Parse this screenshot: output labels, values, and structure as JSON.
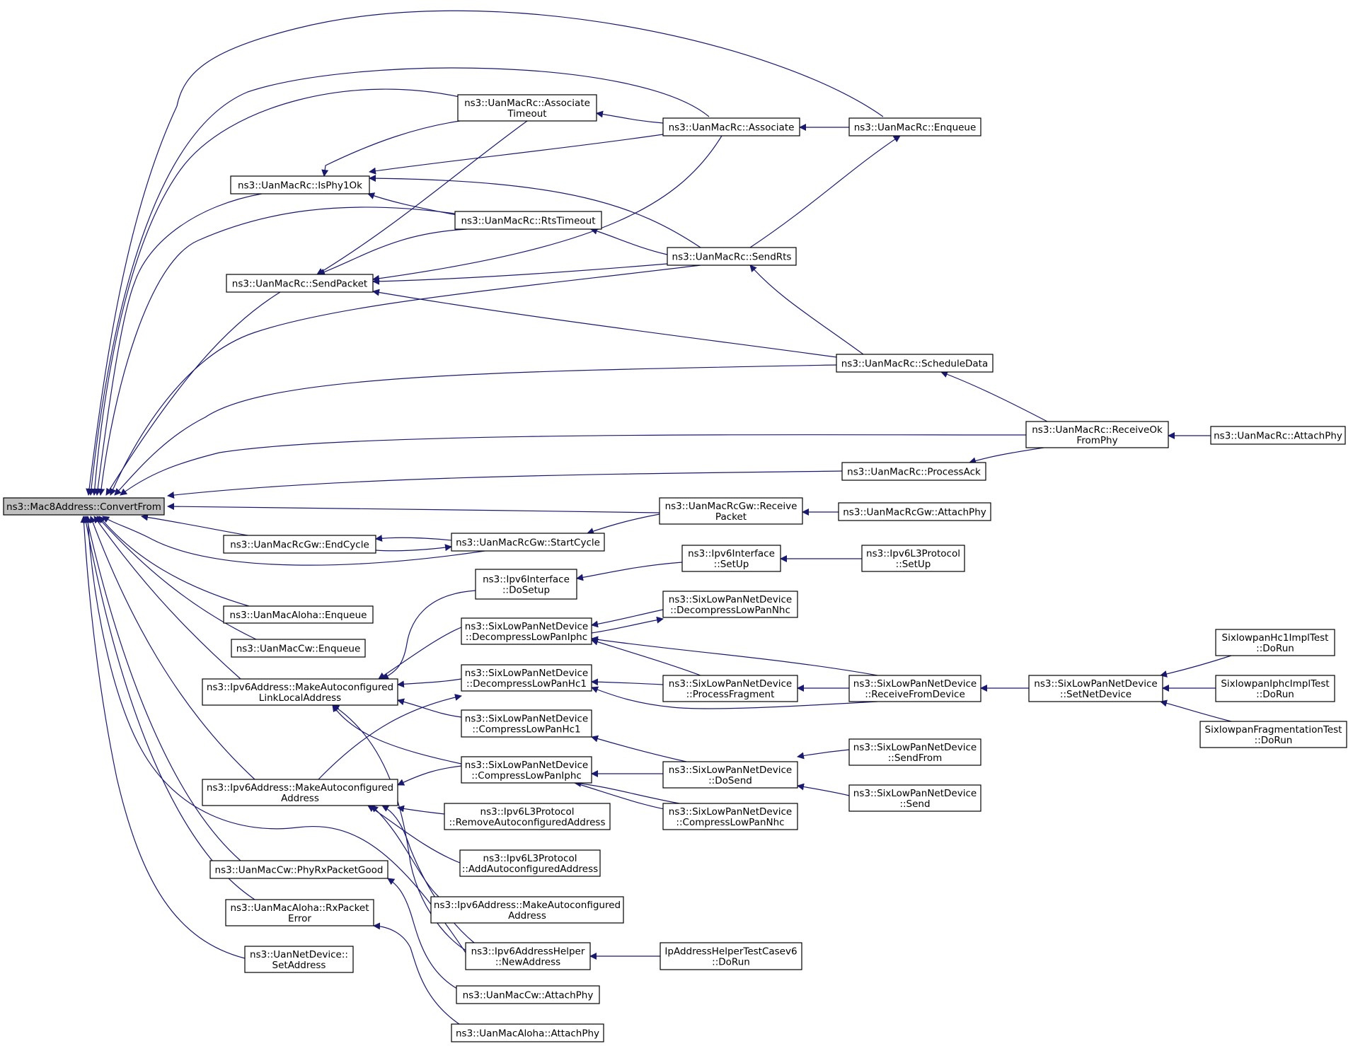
{
  "graph": {
    "root": "n0",
    "colors": {
      "edge": "#191970",
      "node_border": "#000000",
      "root_fill": "#bfbfbf",
      "node_fill": "#ffffff"
    },
    "nodes": [
      {
        "id": "n0",
        "lines": [
          "ns3::Mac8Address::ConvertFrom"
        ]
      },
      {
        "id": "n1",
        "lines": [
          "ns3::UanMacRc::Associate",
          "Timeout"
        ]
      },
      {
        "id": "n2",
        "lines": [
          "ns3::UanMacRc::Associate"
        ]
      },
      {
        "id": "n3",
        "lines": [
          "ns3::UanMacRc::Enqueue"
        ]
      },
      {
        "id": "n4",
        "lines": [
          "ns3::UanMacRc::IsPhy1Ok"
        ]
      },
      {
        "id": "n5",
        "lines": [
          "ns3::UanMacRc::RtsTimeout"
        ]
      },
      {
        "id": "n6",
        "lines": [
          "ns3::UanMacRc::SendRts"
        ]
      },
      {
        "id": "n7",
        "lines": [
          "ns3::UanMacRc::SendPacket"
        ]
      },
      {
        "id": "n8",
        "lines": [
          "ns3::UanMacRc::ScheduleData"
        ]
      },
      {
        "id": "n9",
        "lines": [
          "ns3::UanMacRc::ReceiveOk",
          "FromPhy"
        ]
      },
      {
        "id": "n10",
        "lines": [
          "ns3::UanMacRc::AttachPhy"
        ]
      },
      {
        "id": "n11",
        "lines": [
          "ns3::UanMacRc::ProcessAck"
        ]
      },
      {
        "id": "n12",
        "lines": [
          "ns3::UanMacRcGw::Receive",
          "Packet"
        ]
      },
      {
        "id": "n13",
        "lines": [
          "ns3::UanMacRcGw::AttachPhy"
        ]
      },
      {
        "id": "n14",
        "lines": [
          "ns3::UanMacRcGw::EndCycle"
        ]
      },
      {
        "id": "n15",
        "lines": [
          "ns3::UanMacRcGw::StartCycle"
        ]
      },
      {
        "id": "n16",
        "lines": [
          "ns3::Ipv6Interface",
          "::DoSetup"
        ]
      },
      {
        "id": "n17",
        "lines": [
          "ns3::Ipv6Interface",
          "::SetUp"
        ]
      },
      {
        "id": "n18",
        "lines": [
          "ns3::Ipv6L3Protocol",
          "::SetUp"
        ]
      },
      {
        "id": "n19",
        "lines": [
          "ns3::UanMacAloha::Enqueue"
        ]
      },
      {
        "id": "n20",
        "lines": [
          "ns3::SixLowPanNetDevice",
          "::DecompressLowPanNhc"
        ]
      },
      {
        "id": "n21",
        "lines": [
          "ns3::SixLowPanNetDevice",
          "::DecompressLowPanIphc"
        ]
      },
      {
        "id": "n22",
        "lines": [
          "ns3::UanMacCw::Enqueue"
        ]
      },
      {
        "id": "n23",
        "lines": [
          "SixlowpanHc1ImplTest",
          "::DoRun"
        ]
      },
      {
        "id": "n24",
        "lines": [
          "ns3::Ipv6Address::MakeAutoconfigured",
          "LinkLocalAddress"
        ]
      },
      {
        "id": "n25",
        "lines": [
          "ns3::SixLowPanNetDevice",
          "::DecompressLowPanHc1"
        ]
      },
      {
        "id": "n26",
        "lines": [
          "ns3::SixLowPanNetDevice",
          "::ProcessFragment"
        ]
      },
      {
        "id": "n27",
        "lines": [
          "ns3::SixLowPanNetDevice",
          "::ReceiveFromDevice"
        ]
      },
      {
        "id": "n28",
        "lines": [
          "ns3::SixLowPanNetDevice",
          "::SetNetDevice"
        ]
      },
      {
        "id": "n29",
        "lines": [
          "SixlowpanIphcImplTest",
          "::DoRun"
        ]
      },
      {
        "id": "n30",
        "lines": [
          "ns3::SixLowPanNetDevice",
          "::CompressLowPanHc1"
        ]
      },
      {
        "id": "n31",
        "lines": [
          "SixlowpanFragmentationTest",
          "::DoRun"
        ]
      },
      {
        "id": "n32",
        "lines": [
          "ns3::SixLowPanNetDevice",
          "::SendFrom"
        ]
      },
      {
        "id": "n33",
        "lines": [
          "ns3::Ipv6Address::MakeAutoconfigured",
          "Address"
        ]
      },
      {
        "id": "n34",
        "lines": [
          "ns3::SixLowPanNetDevice",
          "::CompressLowPanIphc"
        ]
      },
      {
        "id": "n35",
        "lines": [
          "ns3::SixLowPanNetDevice",
          "::DoSend"
        ]
      },
      {
        "id": "n36",
        "lines": [
          "ns3::SixLowPanNetDevice",
          "::Send"
        ]
      },
      {
        "id": "n37",
        "lines": [
          "ns3::Ipv6L3Protocol",
          "::RemoveAutoconfiguredAddress"
        ]
      },
      {
        "id": "n38",
        "lines": [
          "ns3::SixLowPanNetDevice",
          "::CompressLowPanNhc"
        ]
      },
      {
        "id": "n39",
        "lines": [
          "ns3::Ipv6L3Protocol",
          "::AddAutoconfiguredAddress"
        ]
      },
      {
        "id": "n40",
        "lines": [
          "ns3::UanMacCw::PhyRxPacketGood"
        ]
      },
      {
        "id": "n41",
        "lines": [
          "ns3::Ipv6Address::MakeAutoconfigured",
          "Address"
        ]
      },
      {
        "id": "n42",
        "lines": [
          "ns3::UanMacAloha::RxPacket",
          "Error"
        ]
      },
      {
        "id": "n43",
        "lines": [
          "ns3::Ipv6AddressHelper",
          "::NewAddress"
        ]
      },
      {
        "id": "n44",
        "lines": [
          "IpAddressHelperTestCasev6",
          "::DoRun"
        ]
      },
      {
        "id": "n45",
        "lines": [
          "ns3::UanNetDevice::",
          "SetAddress"
        ]
      },
      {
        "id": "n46",
        "lines": [
          "ns3::UanMacCw::AttachPhy"
        ]
      },
      {
        "id": "n47",
        "lines": [
          "ns3::UanMacAloha::AttachPhy"
        ]
      }
    ]
  }
}
